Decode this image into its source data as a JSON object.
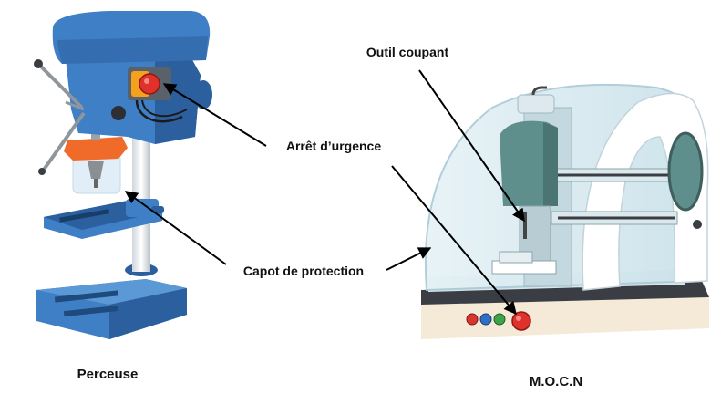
{
  "labels": {
    "outil_coupant": "Outil coupant",
    "arret_urgence": "Arrêt d’urgence",
    "capot_protection": "Capot de protection",
    "perceuse": "Perceuse",
    "mocn": "M.O.C.N"
  },
  "colors": {
    "drill_blue": "#3f7fc6",
    "drill_dark": "#2b5f9e",
    "emergency_red": "#e0312a",
    "emergency_orange": "#f5a11c",
    "guard_orange": "#f06a2a",
    "cnc_hood": "#cfe6ee",
    "cnc_base": "#f5ead8",
    "cnc_green": "#5f8f8c"
  }
}
